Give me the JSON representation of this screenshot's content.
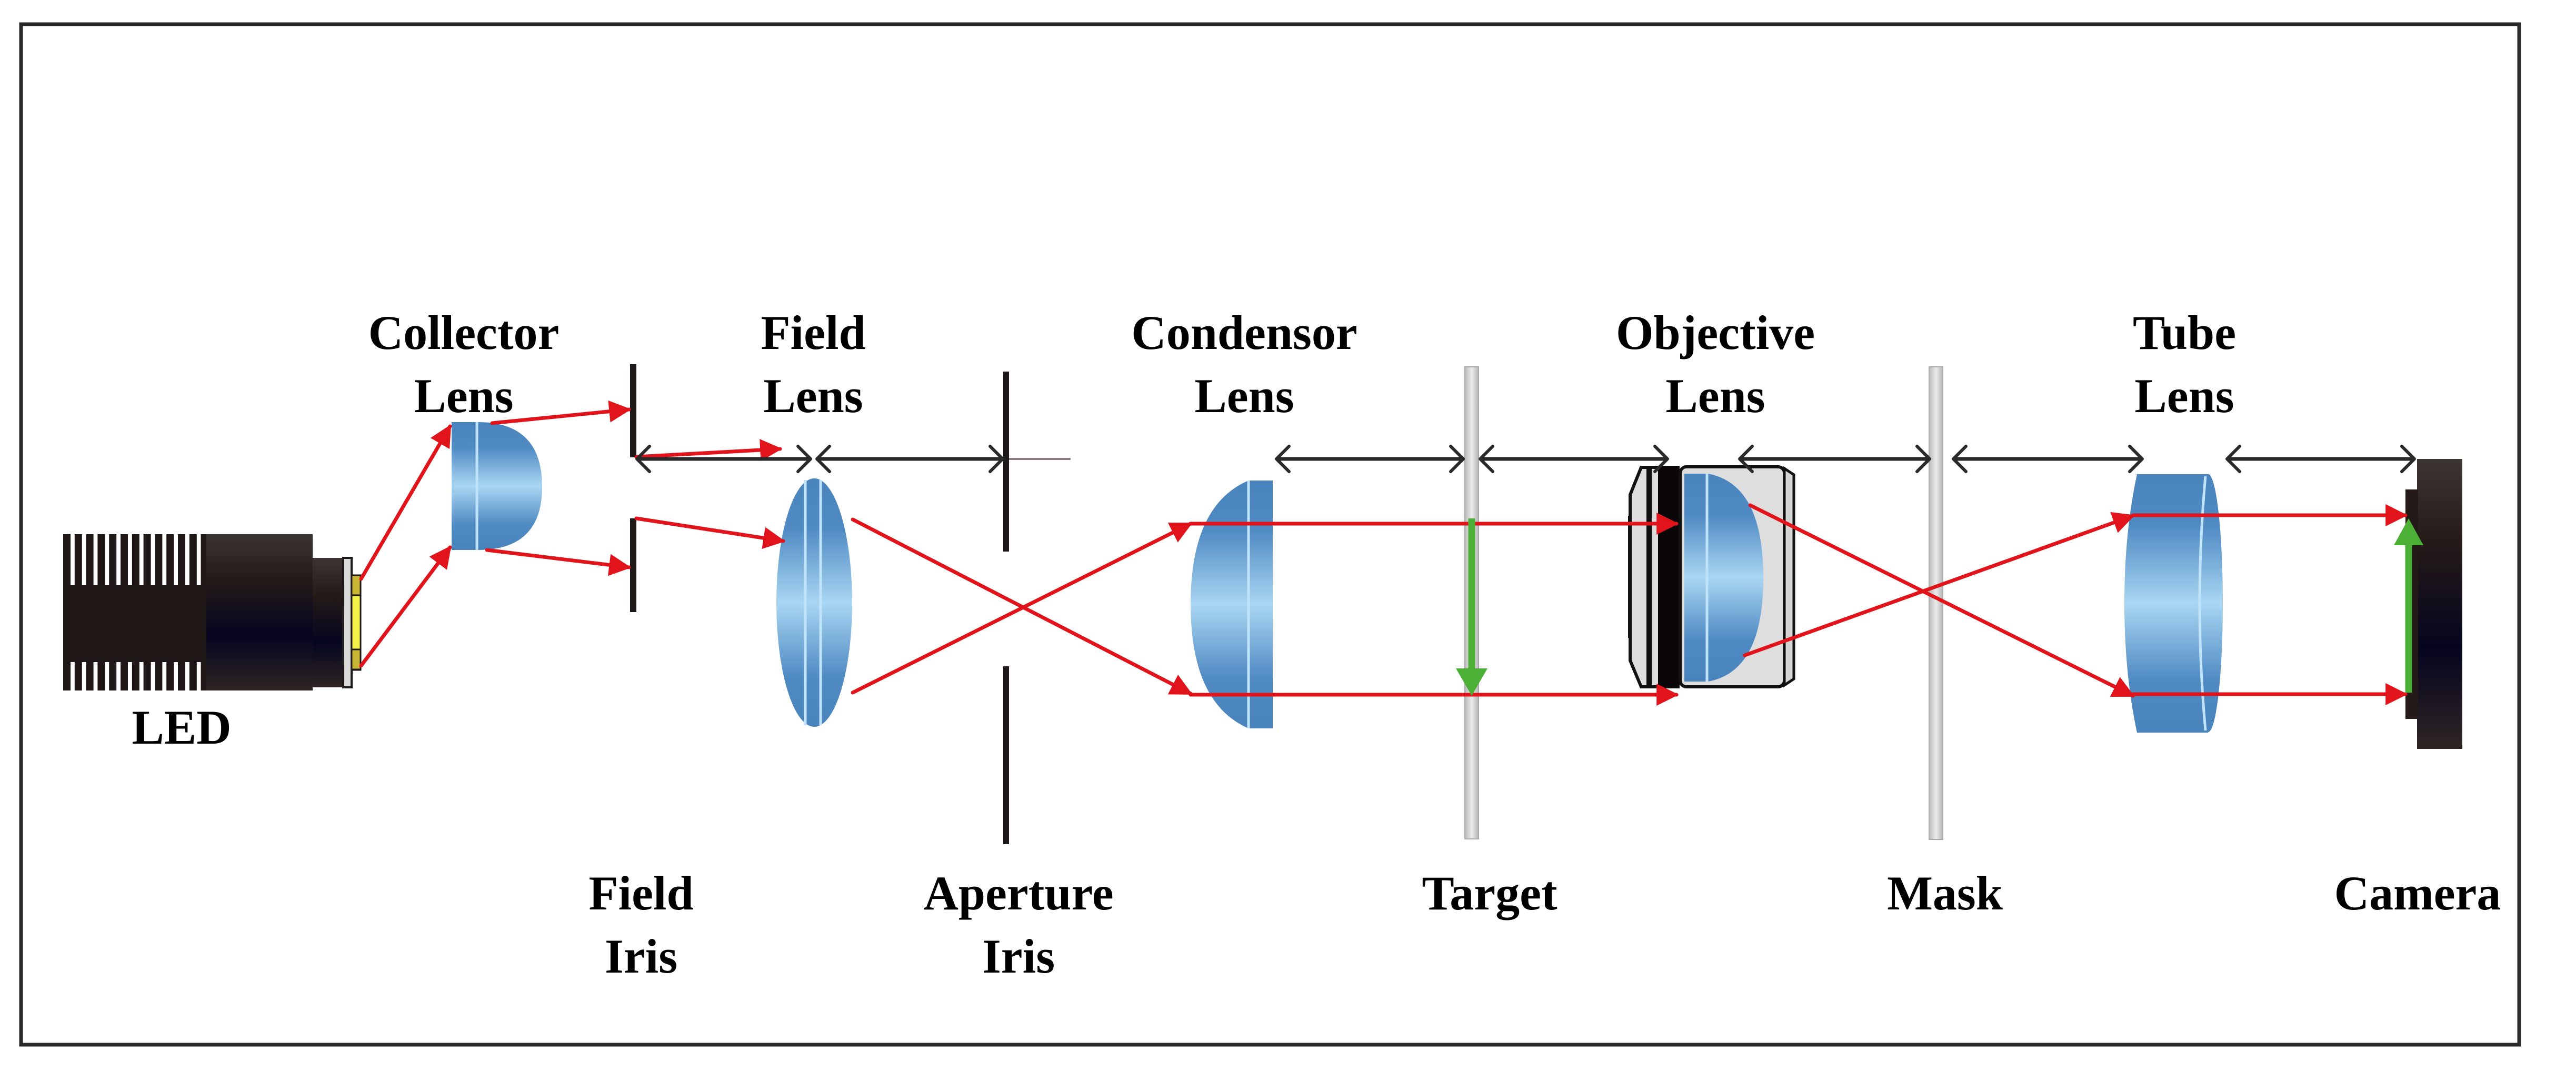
{
  "figure": {
    "title": "Microscope optical path diagram",
    "colors": {
      "ray": "#e2141b",
      "image_arrow": "#4cb036",
      "lens_dark": "#4a84bd",
      "lens_light": "#a9d6f2",
      "housing": "#dedede",
      "black": "#1e1a1a",
      "led_emitter": "#f4f14b"
    },
    "labels": {
      "led": "LED",
      "collector": [
        "Collector",
        "Lens"
      ],
      "field_lens": [
        "Field",
        "Lens"
      ],
      "condensor": [
        "Condensor",
        "Lens"
      ],
      "objective": [
        "Objective",
        "Lens"
      ],
      "tube": [
        "Tube",
        "Lens"
      ],
      "field_iris": [
        "Field",
        "Iris"
      ],
      "aperture_iris": [
        "Aperture",
        "Iris"
      ],
      "target": "Target",
      "mask": "Mask",
      "camera": "Camera"
    },
    "components": [
      {
        "id": "led",
        "name": "LED",
        "icon": "led-light-source-icon"
      },
      {
        "id": "collector",
        "name": "Collector Lens",
        "icon": "plano-convex-lens-icon"
      },
      {
        "id": "field_iris",
        "name": "Field Iris",
        "icon": "iris-diaphragm-icon"
      },
      {
        "id": "field_lens",
        "name": "Field Lens",
        "icon": "biconvex-lens-icon"
      },
      {
        "id": "aperture_iris",
        "name": "Aperture Iris",
        "icon": "iris-diaphragm-icon"
      },
      {
        "id": "condensor",
        "name": "Condensor Lens",
        "icon": "plano-convex-lens-icon"
      },
      {
        "id": "target",
        "name": "Target",
        "icon": "glass-slide-icon"
      },
      {
        "id": "objective",
        "name": "Objective Lens",
        "icon": "objective-lens-icon"
      },
      {
        "id": "mask",
        "name": "Mask",
        "icon": "glass-slide-icon"
      },
      {
        "id": "tube",
        "name": "Tube Lens",
        "icon": "tube-lens-icon"
      },
      {
        "id": "camera",
        "name": "Camera",
        "icon": "camera-sensor-icon"
      }
    ]
  }
}
